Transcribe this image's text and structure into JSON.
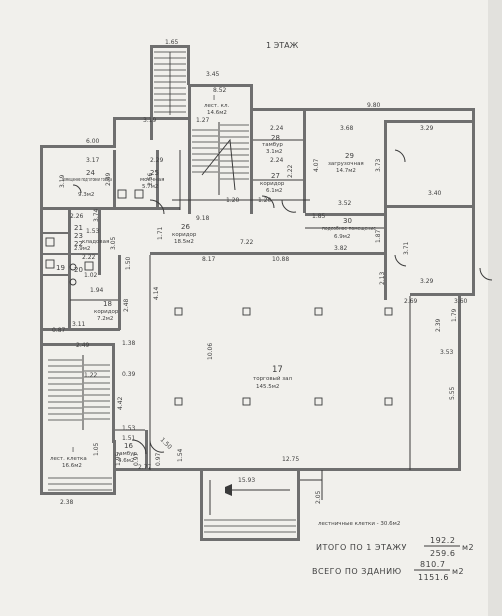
{
  "plan": {
    "floor_title": "1 ЭТАЖ",
    "dimensions": [
      "1.65",
      "3.45",
      "8.52",
      "3.19",
      "9.80",
      "3.68",
      "3.29",
      "6.00",
      "3.17",
      "2.29",
      "1.27",
      "2.24",
      "2.24",
      "2.22",
      "4.07",
      "3.73",
      "3.52",
      "1.85",
      "3.40",
      "3.19",
      "2.49",
      "2.56",
      "1.20",
      "1.20",
      "9.18",
      "2.26",
      "3.74",
      "1.71",
      "7.22",
      "1.87",
      "3.82",
      "3.71",
      "2.13",
      "3.29",
      "2.69",
      "3.60",
      "2.22",
      "3.05",
      "1.53",
      "1.02",
      "1.94",
      "1.50",
      "8.17",
      "10.88",
      "0.87",
      "2.48",
      "1.38",
      "4.14",
      "3.11",
      "2.49",
      "1.22",
      "0.39",
      "10.06",
      "2.39",
      "1.79",
      "3.53",
      "5.55",
      "4.42",
      "1.53",
      "1.51",
      "1.50",
      "0.97",
      "0.97",
      "1.95",
      "1.54",
      "12.75",
      "15.93",
      "2.05",
      "2.38",
      "1.05",
      "2.77"
    ],
    "rooms": [
      {
        "no": "I",
        "name": "лест. кл.",
        "area": "14.6м2"
      },
      {
        "no": "28",
        "name": "тамбур",
        "area": "3.1м2"
      },
      {
        "no": "29",
        "name": "загрузочная",
        "area": "14.7м2"
      },
      {
        "no": "24",
        "name": "помещение подготовки товара",
        "area": "9.3м2"
      },
      {
        "no": "25",
        "name": "моечная",
        "area": "5.7м2"
      },
      {
        "no": "27",
        "name": "коридор",
        "area": "6.1м2"
      },
      {
        "no": "30",
        "name": "подсобное помещение",
        "area": "6.9м2"
      },
      {
        "no": "26",
        "name": "коридор",
        "area": "18.5м2"
      },
      {
        "no": "23",
        "name": "кладовая",
        "area": "2.9м2"
      },
      {
        "no": "21",
        "name": "",
        "area": ""
      },
      {
        "no": "22",
        "name": "",
        "area": ""
      },
      {
        "no": "19",
        "name": "",
        "area": ""
      },
      {
        "no": "20",
        "name": "",
        "area": ""
      },
      {
        "no": "18",
        "name": "коридор",
        "area": "7.2м2"
      },
      {
        "no": "17",
        "name": "торговый зал",
        "area": "145.5м2"
      },
      {
        "no": "I",
        "name": "лест. клетка",
        "area": "16.6м2"
      },
      {
        "no": "16",
        "name": "тамбур",
        "area": "4.6м2"
      }
    ],
    "stair_note": "лестничные клетки - 30.6м2",
    "summary": {
      "floor_label": "ИТОГО ПО 1 ЭТАЖУ",
      "floor_top": "192.2",
      "floor_bottom": "259.6",
      "building_label": "ВСЕГО ПО ЗДАНИЮ",
      "building_top": "810.7",
      "building_bottom": "1151.6",
      "unit": "м2"
    }
  }
}
